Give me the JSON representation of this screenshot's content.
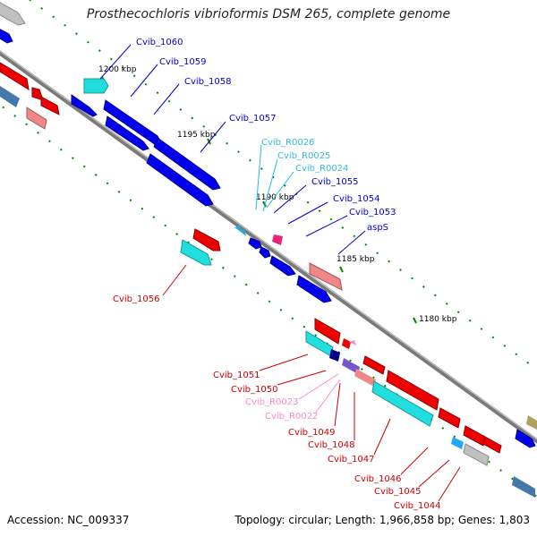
{
  "title": "Prosthecochloris vibrioformis DSM 265, complete genome",
  "accession": "Accession: NC_009337",
  "summary": "Topology: circular; Length: 1,966,858 bp; Genes: 1,803",
  "colors": {
    "forward_cds": "#0000ee",
    "forward_rna": "#22dddd",
    "reverse_cds": "#ee0000",
    "reverse_rna": "#ff88cc",
    "gray": "#b0b0b0",
    "backbone": "#808080",
    "tick": "#007700"
  },
  "kbp_labels": [
    "1200 kbp",
    "1195 kbp",
    "1190 kbp",
    "1185 kbp",
    "1180 kbp"
  ],
  "forward_labels": [
    "Cvib_1060",
    "Cvib_1059",
    "Cvib_1058",
    "Cvib_1057",
    "Cvib_R0026",
    "Cvib_R0025",
    "Cvib_R0024",
    "Cvib_1055",
    "Cvib_1054",
    "Cvib_1053",
    "aspS"
  ],
  "reverse_labels": [
    "Cvib_1056",
    "Cvib_1051",
    "Cvib_1050",
    "Cvib_R0023",
    "Cvib_R0022",
    "Cvib_1049",
    "Cvib_1048",
    "Cvib_1047",
    "Cvib_1046",
    "Cvib_1045",
    "Cvib_1044"
  ]
}
